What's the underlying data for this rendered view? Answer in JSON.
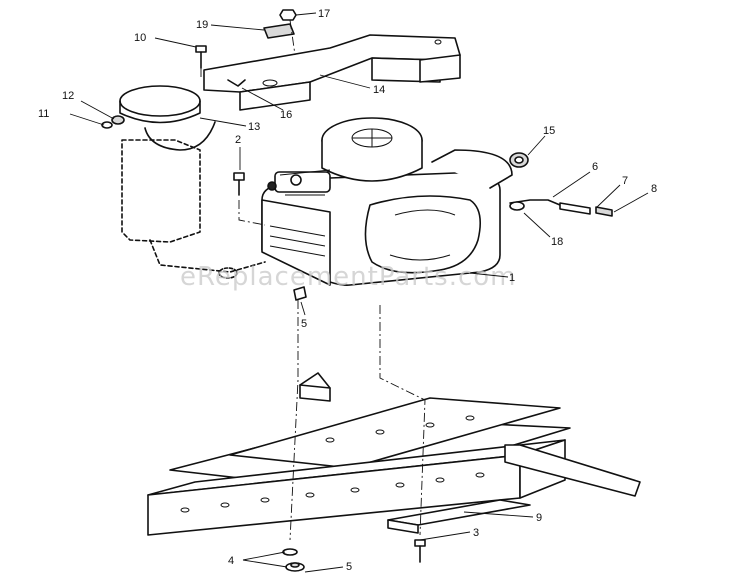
{
  "watermark": "eReplacementParts.com",
  "callouts": {
    "c1": "1",
    "c2": "2",
    "c3": "3",
    "c4": "4",
    "c5a": "5",
    "c5b": "5",
    "c6": "6",
    "c7": "7",
    "c8": "8",
    "c9": "9",
    "c10": "10",
    "c11": "11",
    "c12": "12",
    "c13": "13",
    "c14": "14",
    "c15": "15",
    "c16": "16",
    "c17": "17",
    "c18": "18",
    "c19": "19"
  }
}
